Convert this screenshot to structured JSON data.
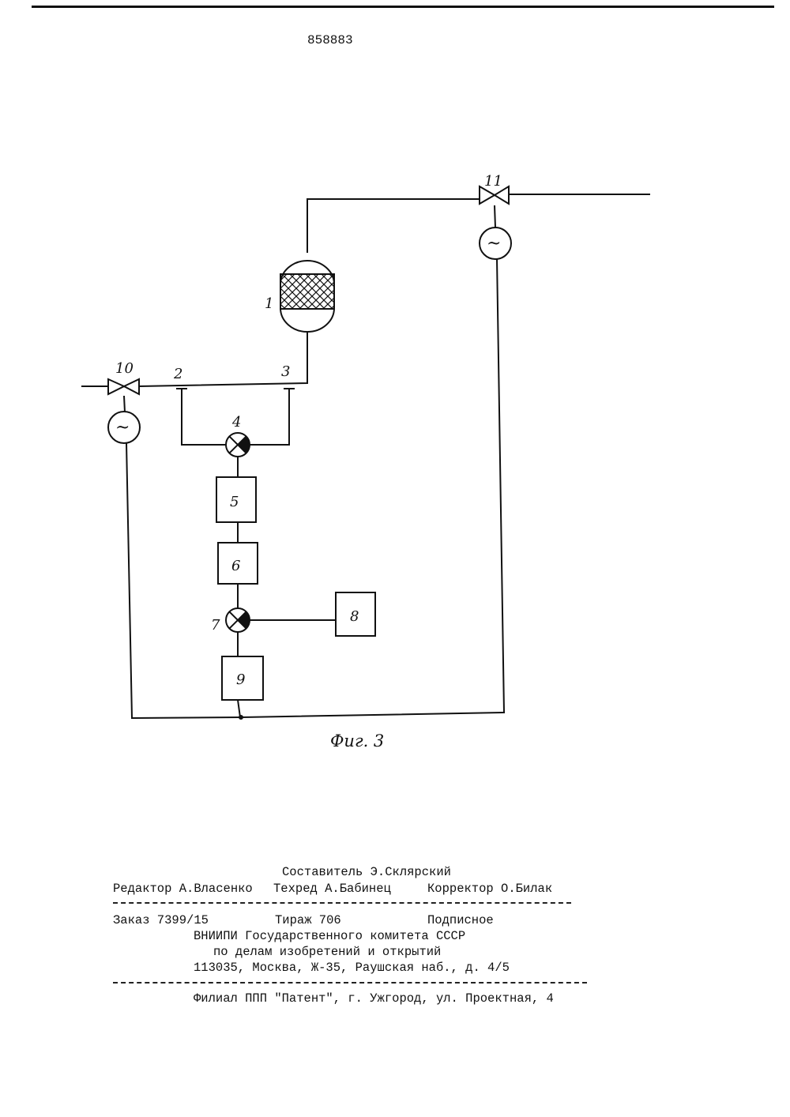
{
  "header": {
    "patent_number": "858883"
  },
  "figure": {
    "caption": "Фиг. 3",
    "labels": {
      "n1": "1",
      "n2": "2",
      "n3": "3",
      "n4": "4",
      "n5": "5",
      "n6": "6",
      "n7": "7",
      "n8": "8",
      "n9": "9",
      "n10": "10",
      "n11": "11"
    },
    "generator_symbol": "~"
  },
  "imprint": {
    "composer": "Составитель Э.Склярский",
    "editor": "Редактор А.Власенко",
    "techred": "Техред А.Бабинец",
    "corrector": "Корректор О.Билак",
    "order": "Заказ 7399/15",
    "circulation": "Тираж 706",
    "subscription": "Подписное",
    "org_line1": "ВНИИПИ Государственного комитета СССР",
    "org_line2": "по делам изобретений и открытий",
    "address": "113035, Москва, Ж-35, Раушская наб., д. 4/5",
    "branch": "Филиал ППП \"Патент\", г. Ужгород, ул. Проектная, 4"
  }
}
